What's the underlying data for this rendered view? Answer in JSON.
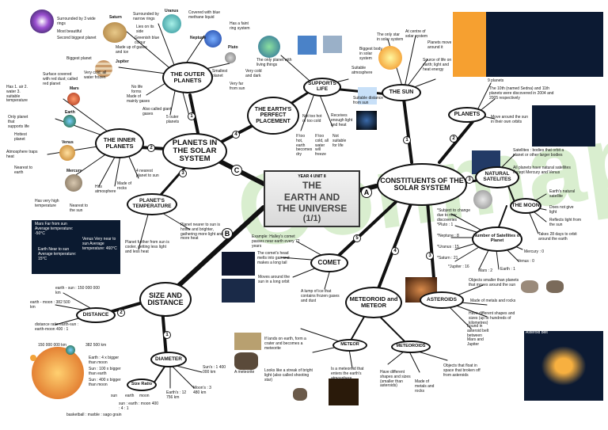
{
  "center": {
    "badge": "YEAR 4 UNIT 8",
    "title_line1": "THE",
    "title_line2": "EARTH AND",
    "title_line3": "THE UNIVERSE",
    "subtitle": "(1/1)"
  },
  "branch_letters": {
    "a": "A",
    "b": "B",
    "c": "C"
  },
  "nodes": {
    "planets_in_solar_system": "PLANETS IN THE SOLAR SYSTEM",
    "outer_planets": "THE OUTER PLANETS",
    "inner_planets": "THE INNER PLANETS",
    "planets_temperature": "PLANET'S TEMPERATURE",
    "earths_perfect_placement": "THE EARTH'S PERFECT PLACEMENT",
    "supports_life": "SUPPORTS LIFE",
    "the_sun": "THE SUN",
    "planets": "PLANETS",
    "constituents": "CONSTITUENTS OF THE SOLAR SYSTEM",
    "natural_satellites": "NATURAL SATELITES",
    "the_moon": "THE MOON",
    "number_of_satellites": "Number of Satellites of Planet",
    "comet": "COMET",
    "meteoroid_and_meteor": "METEOROID and METEOR",
    "asteroids": "ASTEROIDS",
    "meteor": "METEOR",
    "meteoroids": "METEOROIDS",
    "size_and_distance": "SIZE AND DISTANCE",
    "distance": "DISTANCE",
    "diameter": "DIAMETER",
    "size_ratio": "Size Ratio"
  },
  "notes": {
    "saturn_a": "Surrounded by 3 wide rings",
    "saturn_b": "Most beautiful",
    "saturn_c": "Second biggest planet",
    "saturn_label": "Saturn",
    "uranus_a": "Surrounded by narrow rings",
    "uranus_b": "Lies on its side",
    "uranus_c": "Greenish blue colour",
    "uranus_label": "Uranus",
    "neptune_a": "Covered with blue methane liquid",
    "neptune_b": "Has a faint ring system",
    "neptune_label": "Neptune",
    "pluto_label": "Pluto",
    "pluto_a": "Smallest planet",
    "pluto_b": "Very far from sun",
    "pluto_c": "Very cold and dark",
    "jupiter_label": "Jupiter",
    "jupiter_a": "Biggest planet",
    "jupiter_b": "Made up of gases and ice",
    "mars_label": "Mars",
    "mars_a": "Surface covered with red dust; called red planet",
    "mars_b": "Very cold; all water frozen",
    "mars_c": "No life forms",
    "outer_a": "Made of mainly gases",
    "outer_b": "Also called giant gases",
    "outer_count": "5 outer planets",
    "earth_has": "Has 1. air 2. water 3. suitable temperature",
    "earth_label": "Earth",
    "earth_only": "Only planet that supports life",
    "venus_label": "Venus",
    "venus_a": "Hottest planet",
    "venus_b": "Atmosphere traps heat",
    "venus_c": "Nearest to earth",
    "mercury_label": "Mercury",
    "mercury_a": "Has very high temperature",
    "mercury_b": "Nearest to the sun",
    "inner_a": "Has atmosphere",
    "inner_b": "Made of rocks",
    "inner_c": "4 nearest planet to sun",
    "temp_a": "Planet nearer to sun is hotter and brighter, gathering more light and more heat",
    "temp_b": "Planet further from sun is cooler, getting less light and less heat",
    "temp_mars": "Mars Far from sun Average temperature: -50°C",
    "temp_venus": "Venus Very near to sun Average temperature: 460°C",
    "temp_earth": "Earth Near to sun Average temperature: 15°C",
    "place_a": "The only planet with living things",
    "place_b": "Not too hot or too cold",
    "place_c": "If too hot, earth becomes dry",
    "place_d": "If too cold, all water will freeze",
    "place_e": "Receives enough light and heat",
    "place_f": "Not suitable for life",
    "place_g": "Suitable atmosphere",
    "place_h": "Suitable distance from sun",
    "sun_a": "The only star in solar system",
    "sun_b": "At centre of solar system",
    "sun_c": "Planets move around it",
    "sun_d": "Biggest body in solar system",
    "sun_e": "Source of life on earth; light and heat energy",
    "planets_a": "9 planets",
    "planets_b": "The 10th (named Sedna) and 11th planets were discovered in 2004 and 2005 respectively",
    "planets_c": "Move around the sun in their own orbits",
    "sat_a": "Satellites : bodies that orbit a planet or other larger bodies",
    "sat_b": "All planets have natural satellites except Mercury and Venus",
    "moon_a": "Earth's natural satellite",
    "moon_b": "Does not give light",
    "moon_c": "Reflects light from the sun",
    "moon_d": "Takes 28 days to orbit around the earth",
    "sat_note": "*Subject to change due to new discoveries",
    "sat_pluto": "*Pluto : 1",
    "sat_neptune": "*Neptune : 8",
    "sat_uranus": "*Uranus : 15",
    "sat_saturn": "*Saturn : 21",
    "sat_jupiter": "*Jupiter : 16",
    "sat_mars": "Mars : 2",
    "sat_earth": "Earth : 1",
    "sat_venus": "Venus : 0",
    "sat_mercury": "Mercury : 0",
    "comet_a": "Example: Halley's comet passes near earth every 72 years",
    "comet_b": "The comet's head melts into gas and makes a long tail",
    "comet_c": "Moves around the sun in a long orbit",
    "comet_d": "A lump of ice that contains frozen gases and dust",
    "ast_a": "Objects smaller than planets that moves around the sun",
    "ast_b": "Made of metals and rocks",
    "ast_c": "Have different shapes and sizes (up to hundreds of kilometres)",
    "ast_d": "Found in asteroid belt between Mars and Jupiter",
    "ast_belt": "Asteroid belt",
    "met_a": "If lands on earth, form a crater and becomes a meteorite",
    "met_b": "Looks like a streak of bright light (also called shooting star)",
    "met_c": "Is a meteoroid that enters the earth's atmosphere",
    "met_meteorite": "A meteorite",
    "mtd_a": "Have different shapes and sizes (smaller than asteroids)",
    "mtd_b": "Made of metals and rocks",
    "mtd_c": "Objects that float in space that broken off from asteroids",
    "dist_a": "earth - sun : 150 000 000 km",
    "dist_b": "earth - moon : 382 500 km",
    "dist_c": "distance ratio earth-sun : earth-moon 400 : 1",
    "dist_d": "150 000 000 km",
    "dist_e": "382 500 km",
    "dia_sun": "Sun's : 1 400 000 km",
    "dia_moon": "Moon's : 3 480 km",
    "dia_earth": "Earth's : 12 756 km",
    "ratio_a": "Earth : 4 x bigger than moon",
    "ratio_b": "Sun : 100 x bigger than earth",
    "ratio_c": "Sun : 400 x bigger than moon",
    "ratio_d": "sun : earth : moon 400 : 4 : 1",
    "ratio_e": "basketball : marble : sago grain",
    "ratio_sun": "sun",
    "ratio_earth": "earth",
    "ratio_moon": "moon"
  },
  "watermark": "Conmap",
  "colors": {
    "line": "#111111",
    "watermark": "#b9e0a8",
    "sun": "#f2a33a",
    "space": "#0c1a33"
  }
}
